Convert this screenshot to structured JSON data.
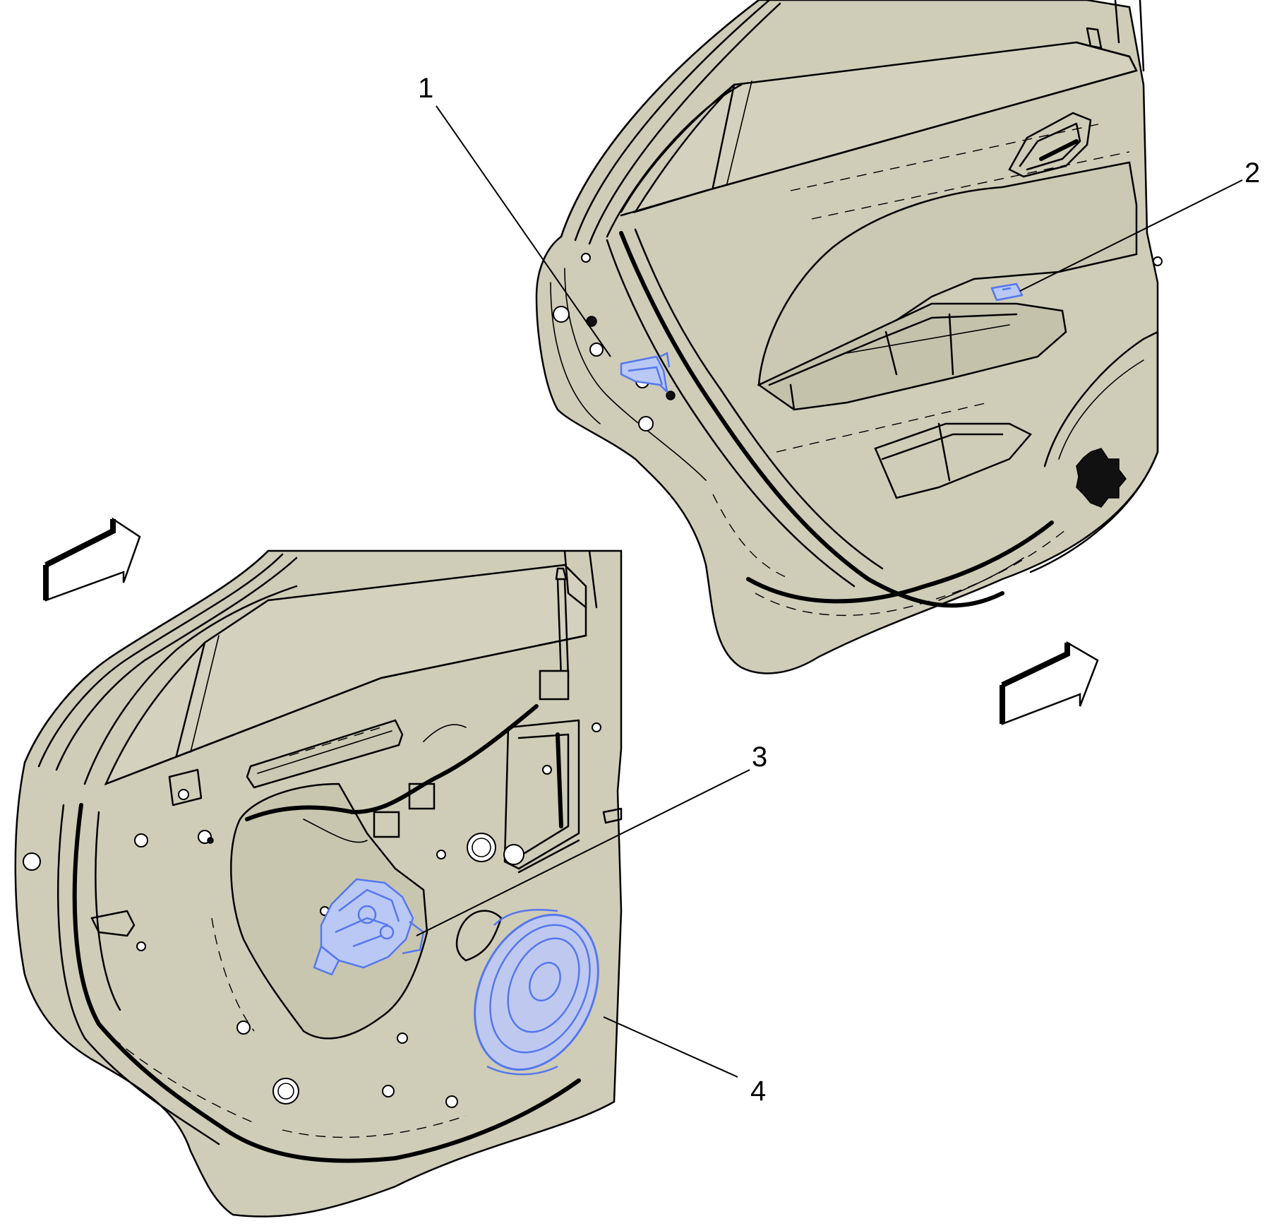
{
  "colors": {
    "panel": "#cfccb8",
    "panel_shadow": "#bfbca6",
    "highlight": "#b9c8f5",
    "highlight_stroke": "#5577ee",
    "line": "#000000",
    "background": "#ffffff"
  },
  "callouts": [
    {
      "id": "1",
      "label": "1"
    },
    {
      "id": "2",
      "label": "2"
    },
    {
      "id": "3",
      "label": "3"
    },
    {
      "id": "4",
      "label": "4"
    }
  ],
  "icons": {
    "view_arrow_upper_left": "view-direction-arrow-icon",
    "view_arrow_lower_right": "view-direction-arrow-icon"
  }
}
